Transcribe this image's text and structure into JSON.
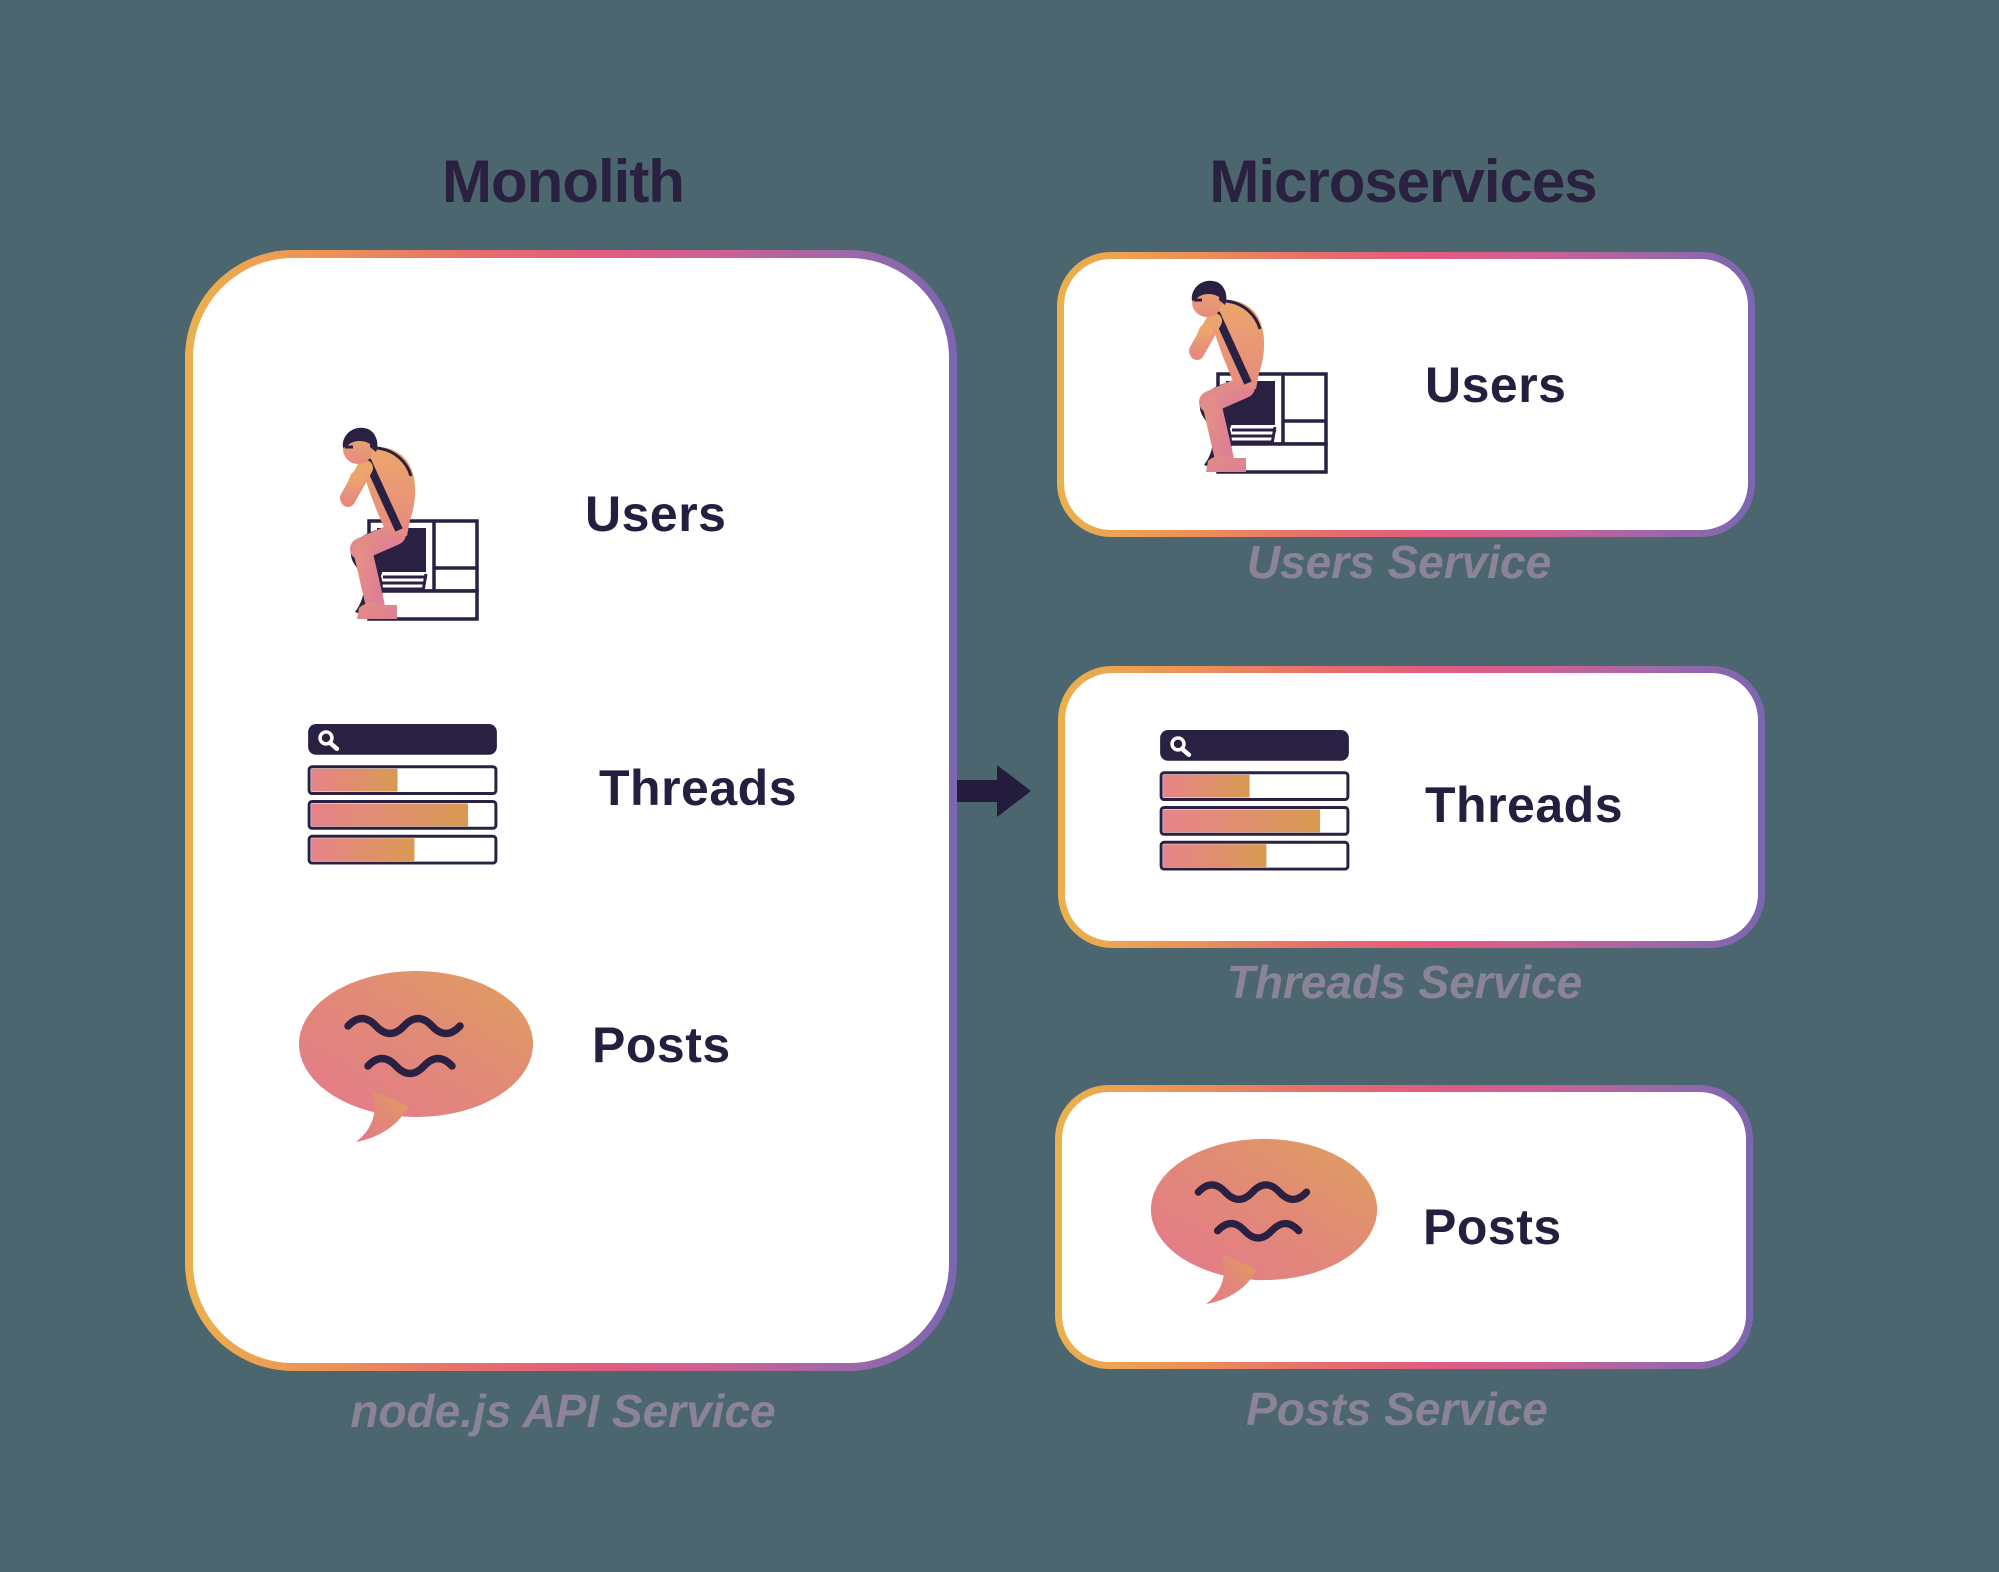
{
  "colors": {
    "background": "#4c6670",
    "ink": "#2a2040",
    "card_background": "#ffffff",
    "caption_text": "#8b8397",
    "border_gradient": [
      "#ebb14d",
      "#ec9355",
      "#e66d6d",
      "#e25b80",
      "#cb6196",
      "#9c68a8",
      "#7b66b1"
    ],
    "icon_pink": "#e5798d",
    "icon_orange": "#dfa05c"
  },
  "monolith": {
    "title": "Monolith",
    "caption": "node.js API Service",
    "items": [
      {
        "label": "Users",
        "icon": "thinker-icon"
      },
      {
        "label": "Threads",
        "icon": "threads-icon"
      },
      {
        "label": "Posts",
        "icon": "posts-bubble-icon"
      }
    ]
  },
  "microservices": {
    "title": "Microservices",
    "services": [
      {
        "label": "Users",
        "caption": "Users Service",
        "icon": "thinker-icon"
      },
      {
        "label": "Threads",
        "caption": "Threads Service",
        "icon": "threads-icon"
      },
      {
        "label": "Posts",
        "caption": "Posts Service",
        "icon": "posts-bubble-icon"
      }
    ]
  },
  "arrow": {
    "icon": "arrow-right-icon"
  }
}
